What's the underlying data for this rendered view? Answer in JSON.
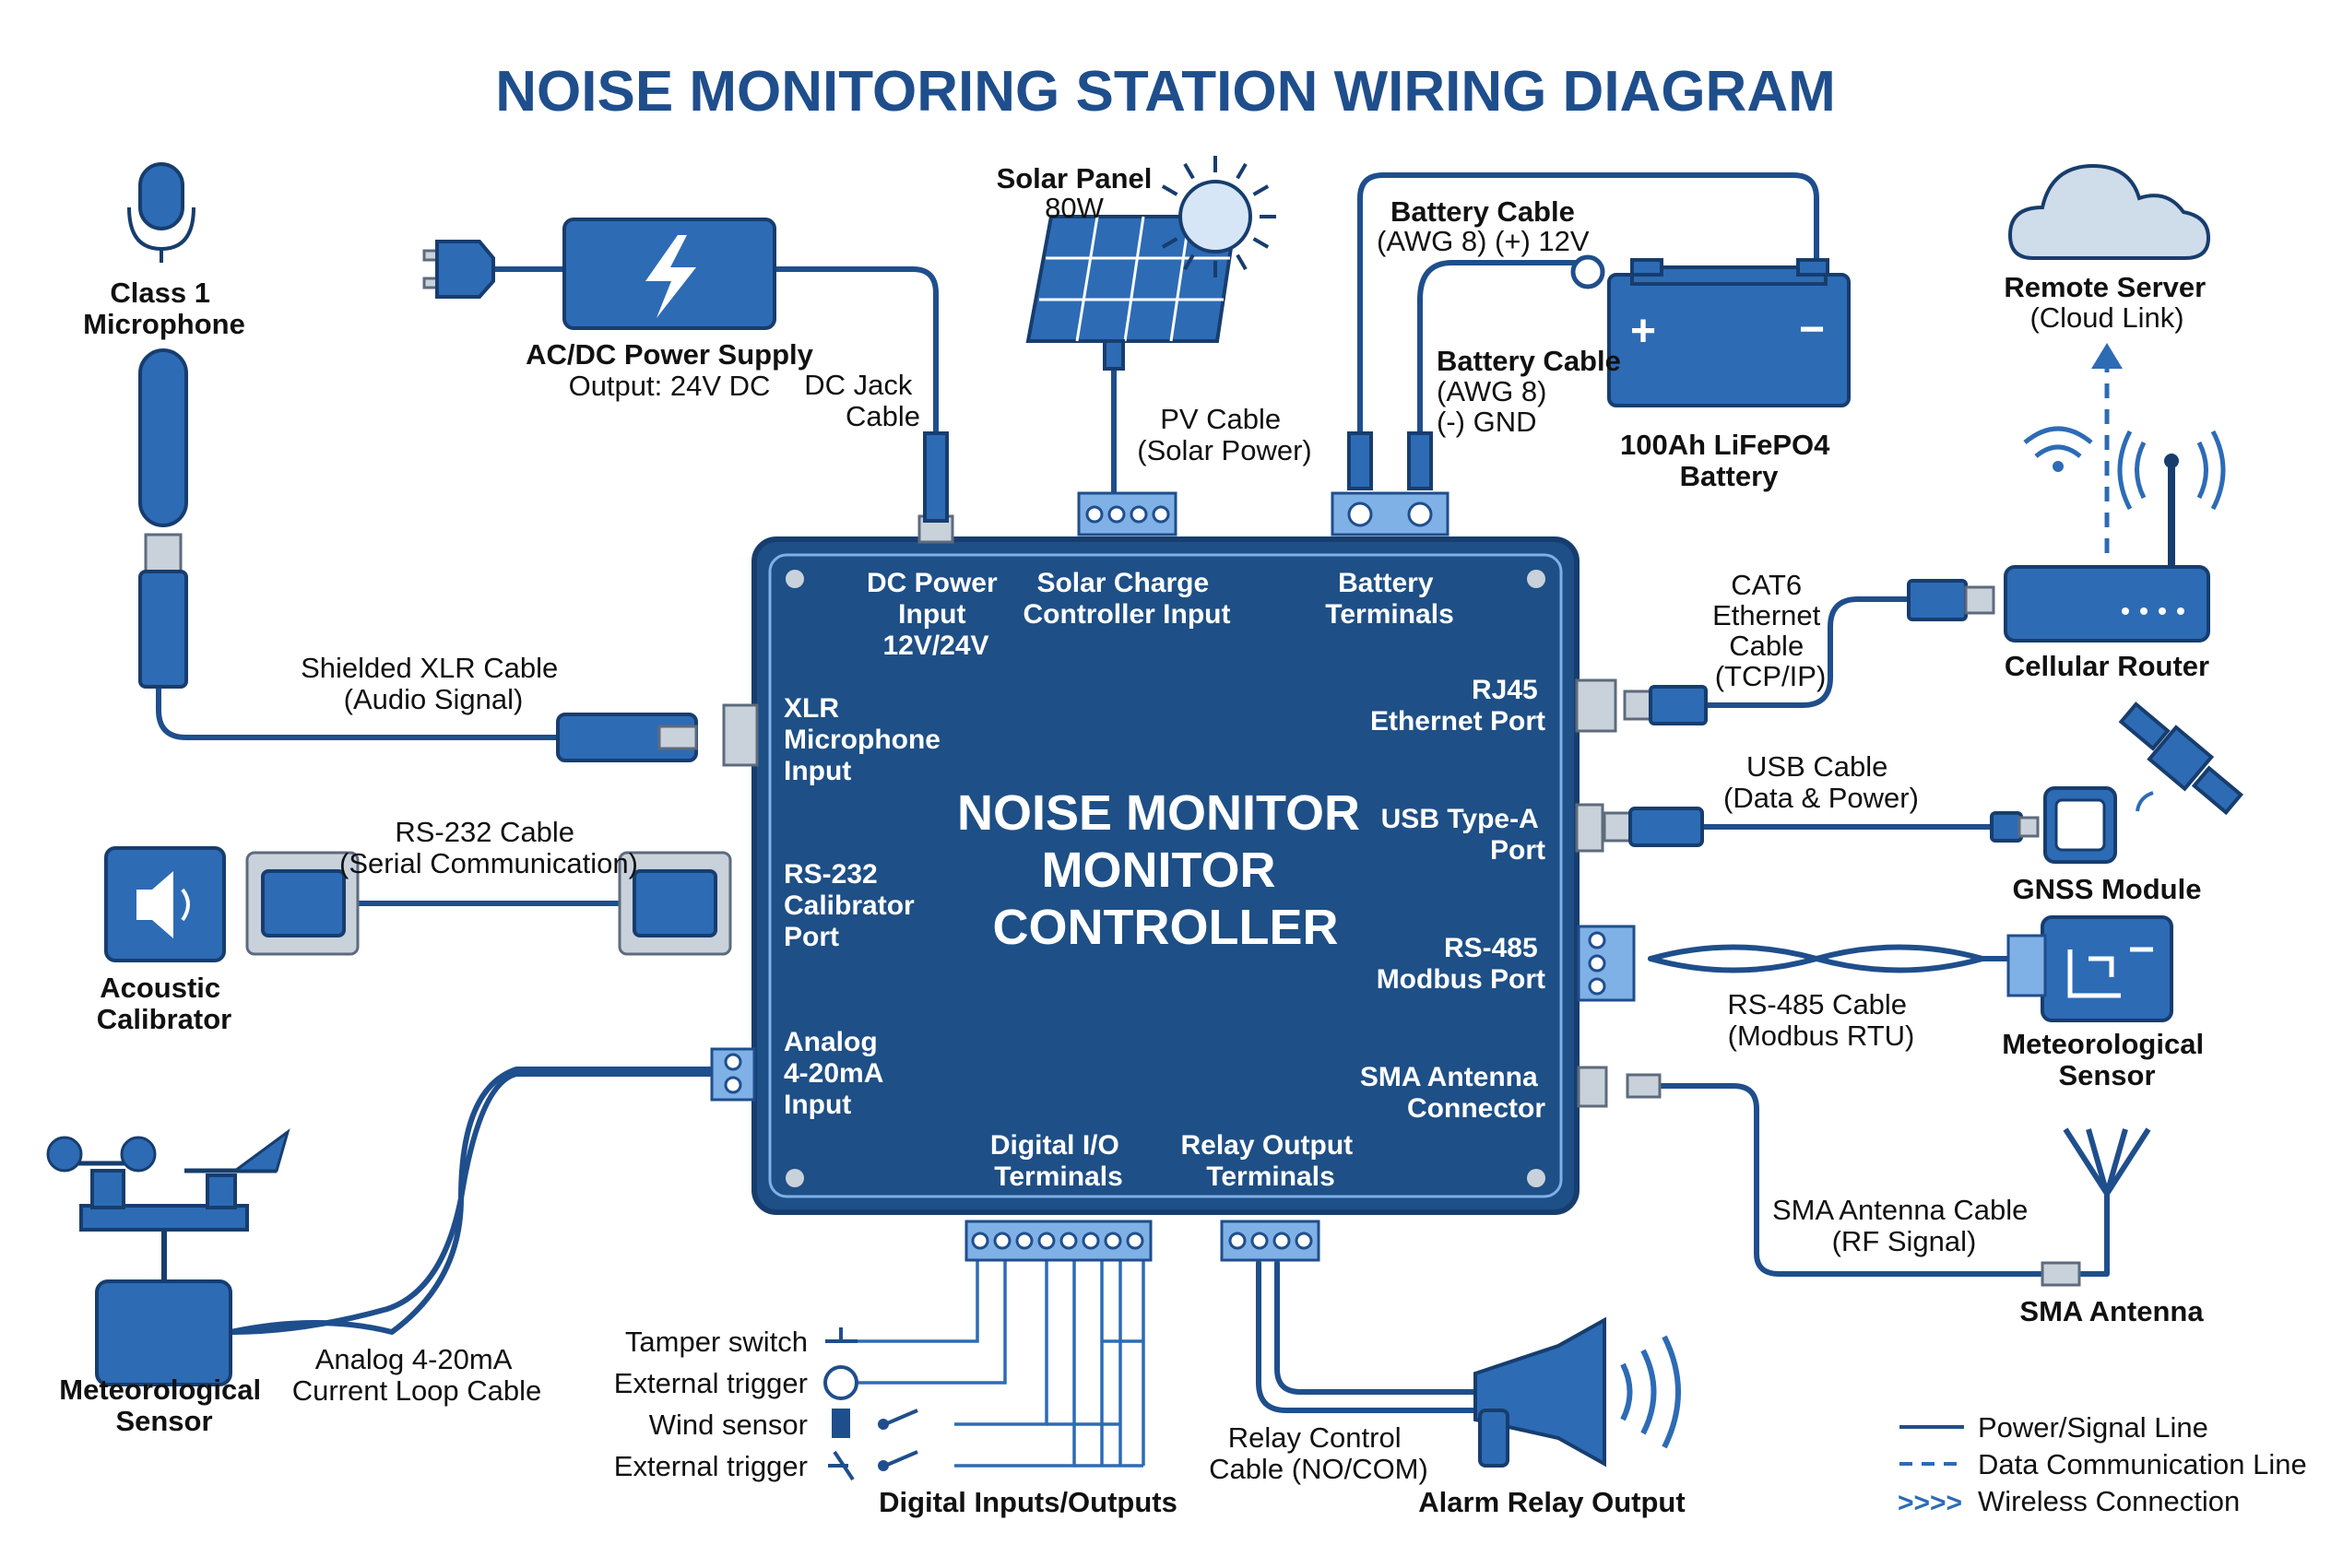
{
  "title": "NOISE MONITORING STATION WIRING DIAGRAM",
  "controller": {
    "title_lines": [
      "NOISE MONITOR",
      "MONITOR",
      "CONTROLLER"
    ],
    "ports": {
      "dc_power": [
        "DC Power",
        "Input",
        "12V/24V"
      ],
      "solar": [
        "Solar Charge",
        "Controller Input"
      ],
      "battery": [
        "Battery",
        "Terminals"
      ],
      "xlr": [
        "XLR",
        "Microphone",
        "Input"
      ],
      "rs232": [
        "RS-232",
        "Calibrator",
        "Port"
      ],
      "analog": [
        "Analog",
        "4-20mA",
        "Input"
      ],
      "rj45": [
        "RJ45",
        "Ethernet Port"
      ],
      "usb": [
        "USB Type-A",
        "Port"
      ],
      "rs485": [
        "RS-485",
        "Modbus Port"
      ],
      "sma": [
        "SMA Antenna",
        "Connector"
      ],
      "digital_io": [
        "Digital I/O",
        "Terminals"
      ],
      "relay": [
        "Relay Output",
        "Terminals"
      ]
    }
  },
  "devices": {
    "microphone": [
      "Class 1",
      "Microphone"
    ],
    "power_supply": [
      "AC/DC Power Supply",
      "Output: 24V DC"
    ],
    "solar_panel": [
      "Solar Panel",
      "80W"
    ],
    "battery": [
      "100Ah LiFePO4",
      "Battery"
    ],
    "remote_server": [
      "Remote Server",
      "(Cloud Link)"
    ],
    "cellular_router": "Cellular Router",
    "gnss": "GNSS Module",
    "met_sensor_right": [
      "Meteorological",
      "Sensor"
    ],
    "sma_antenna": "SMA Antenna",
    "acoustic_calibrator": [
      "Acoustic",
      "Calibrator"
    ],
    "met_sensor_left": [
      "Meteorological",
      "Sensor"
    ],
    "digital_io_group": "Digital Inputs/Outputs",
    "alarm": "Alarm Relay Output"
  },
  "cables": {
    "dc_jack": [
      "DC Jack",
      "Cable"
    ],
    "pv": [
      "PV Cable",
      "(Solar Power)"
    ],
    "battery_pos": [
      "Battery Cable",
      "(AWG 8) (+) 12V"
    ],
    "battery_neg": [
      "Battery Cable",
      "(AWG 8)",
      "(-) GND"
    ],
    "xlr": [
      "Shielded XLR Cable",
      "(Audio Signal)"
    ],
    "rs232": [
      "RS-232 Cable",
      "(Serial Communication)"
    ],
    "analog": [
      "Analog 4-20mA",
      "Current Loop Cable"
    ],
    "cat6": [
      "CAT6",
      "Ethernet",
      "Cable",
      "(TCP/IP)"
    ],
    "usb": [
      "USB Cable",
      "(Data & Power)"
    ],
    "rs485": [
      "RS-485 Cable",
      "(Modbus RTU)"
    ],
    "sma": [
      "SMA Antenna Cable",
      "(RF Signal)"
    ],
    "relay": [
      "Relay Control",
      "Cable (NO/COM)"
    ]
  },
  "digital_inputs": [
    "Tamper switch",
    "External trigger",
    "Wind sensor",
    "External trigger"
  ],
  "legend": [
    "Power/Signal Line",
    "Data Communication Line",
    "Wireless Connection"
  ],
  "legend_wireless_symbol": ">>>>",
  "colors": {
    "primary": "#1f4e8c",
    "controller": "#1e4f86",
    "accent": "#2d6bb5",
    "light": "#7fb0e6"
  }
}
